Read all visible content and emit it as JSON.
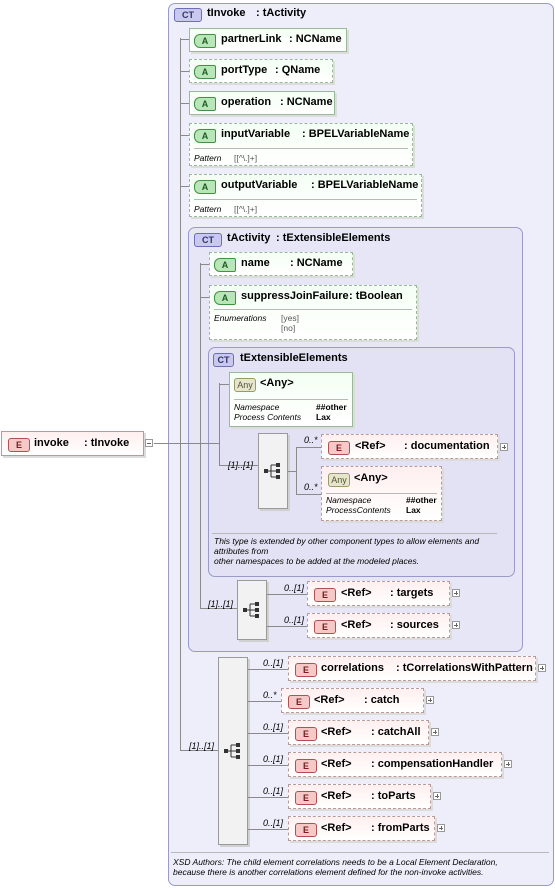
{
  "badges": {
    "ct": "CT",
    "a": "A",
    "e": "E",
    "any": "Any"
  },
  "root": {
    "name": "invoke",
    "type": ": tInvoke"
  },
  "tInvoke": {
    "title": "tInvoke",
    "base": ": tActivity",
    "attributes": [
      {
        "name": "partnerLink",
        "type": ": NCName"
      },
      {
        "name": "portType",
        "type": ": QName"
      },
      {
        "name": "operation",
        "type": ": NCName"
      },
      {
        "name": "inputVariable",
        "type": ": BPELVariableName",
        "facet_label": "Pattern",
        "facet_value": "[[^\\.]+]"
      },
      {
        "name": "outputVariable",
        "type": ": BPELVariableName",
        "facet_label": "Pattern",
        "facet_value": "[[^\\.]+]"
      }
    ],
    "note_line1": "XSD Authors: The child element correlations needs to be a Local Element Declaration,",
    "note_line2": "because there is another correlations element defined for the non-invoke activities."
  },
  "tActivity": {
    "title": "tActivity",
    "base": ": tExtensibleElements",
    "attributes": [
      {
        "name": "name",
        "type": ": NCName"
      },
      {
        "name": "suppressJoinFailure",
        "type": ": tBoolean",
        "facet_label": "Enumerations",
        "facet_values": [
          "[yes]",
          "[no]"
        ]
      }
    ]
  },
  "tExtensible": {
    "title": "tExtensibleElements",
    "any1": {
      "label": "<Any>",
      "ns_label": "Namespace",
      "ns_value": "##other",
      "pc_label": "Process Contents",
      "pc_value": "Lax"
    },
    "seq_card": "[1]..[1]",
    "documentation": {
      "card": "0..*",
      "ref": "<Ref>",
      "name": ": documentation"
    },
    "any2": {
      "card": "0..*",
      "label": "<Any>",
      "ns_label": "Namespace",
      "ns_value": "##other",
      "pc_label": "ProcessContents",
      "pc_value": "Lax"
    },
    "note_line1": "This type is extended by other component types to allow elements and",
    "note_line2": "attributes from",
    "note_line3": "other namespaces to be added at the modeled places."
  },
  "activitySeq": {
    "card": "[1]..[1]",
    "targets": {
      "card": "0..[1]",
      "ref": "<Ref>",
      "name": ": targets"
    },
    "sources": {
      "card": "0..[1]",
      "ref": "<Ref>",
      "name": ": sources"
    }
  },
  "invokeSeq": {
    "card": "[1]..[1]",
    "correlations": {
      "card": "0..[1]",
      "name": "correlations",
      "type": ": tCorrelationsWithPattern"
    },
    "catch": {
      "card": "0..*",
      "ref": "<Ref>",
      "name": ": catch"
    },
    "catchAll": {
      "card": "0..[1]",
      "ref": "<Ref>",
      "name": ": catchAll"
    },
    "compensationHandler": {
      "card": "0..[1]",
      "ref": "<Ref>",
      "name": ": compensationHandler"
    },
    "toParts": {
      "card": "0..[1]",
      "ref": "<Ref>",
      "name": ": toParts"
    },
    "fromParts": {
      "card": "0..[1]",
      "ref": "<Ref>",
      "name": ": fromParts"
    }
  }
}
